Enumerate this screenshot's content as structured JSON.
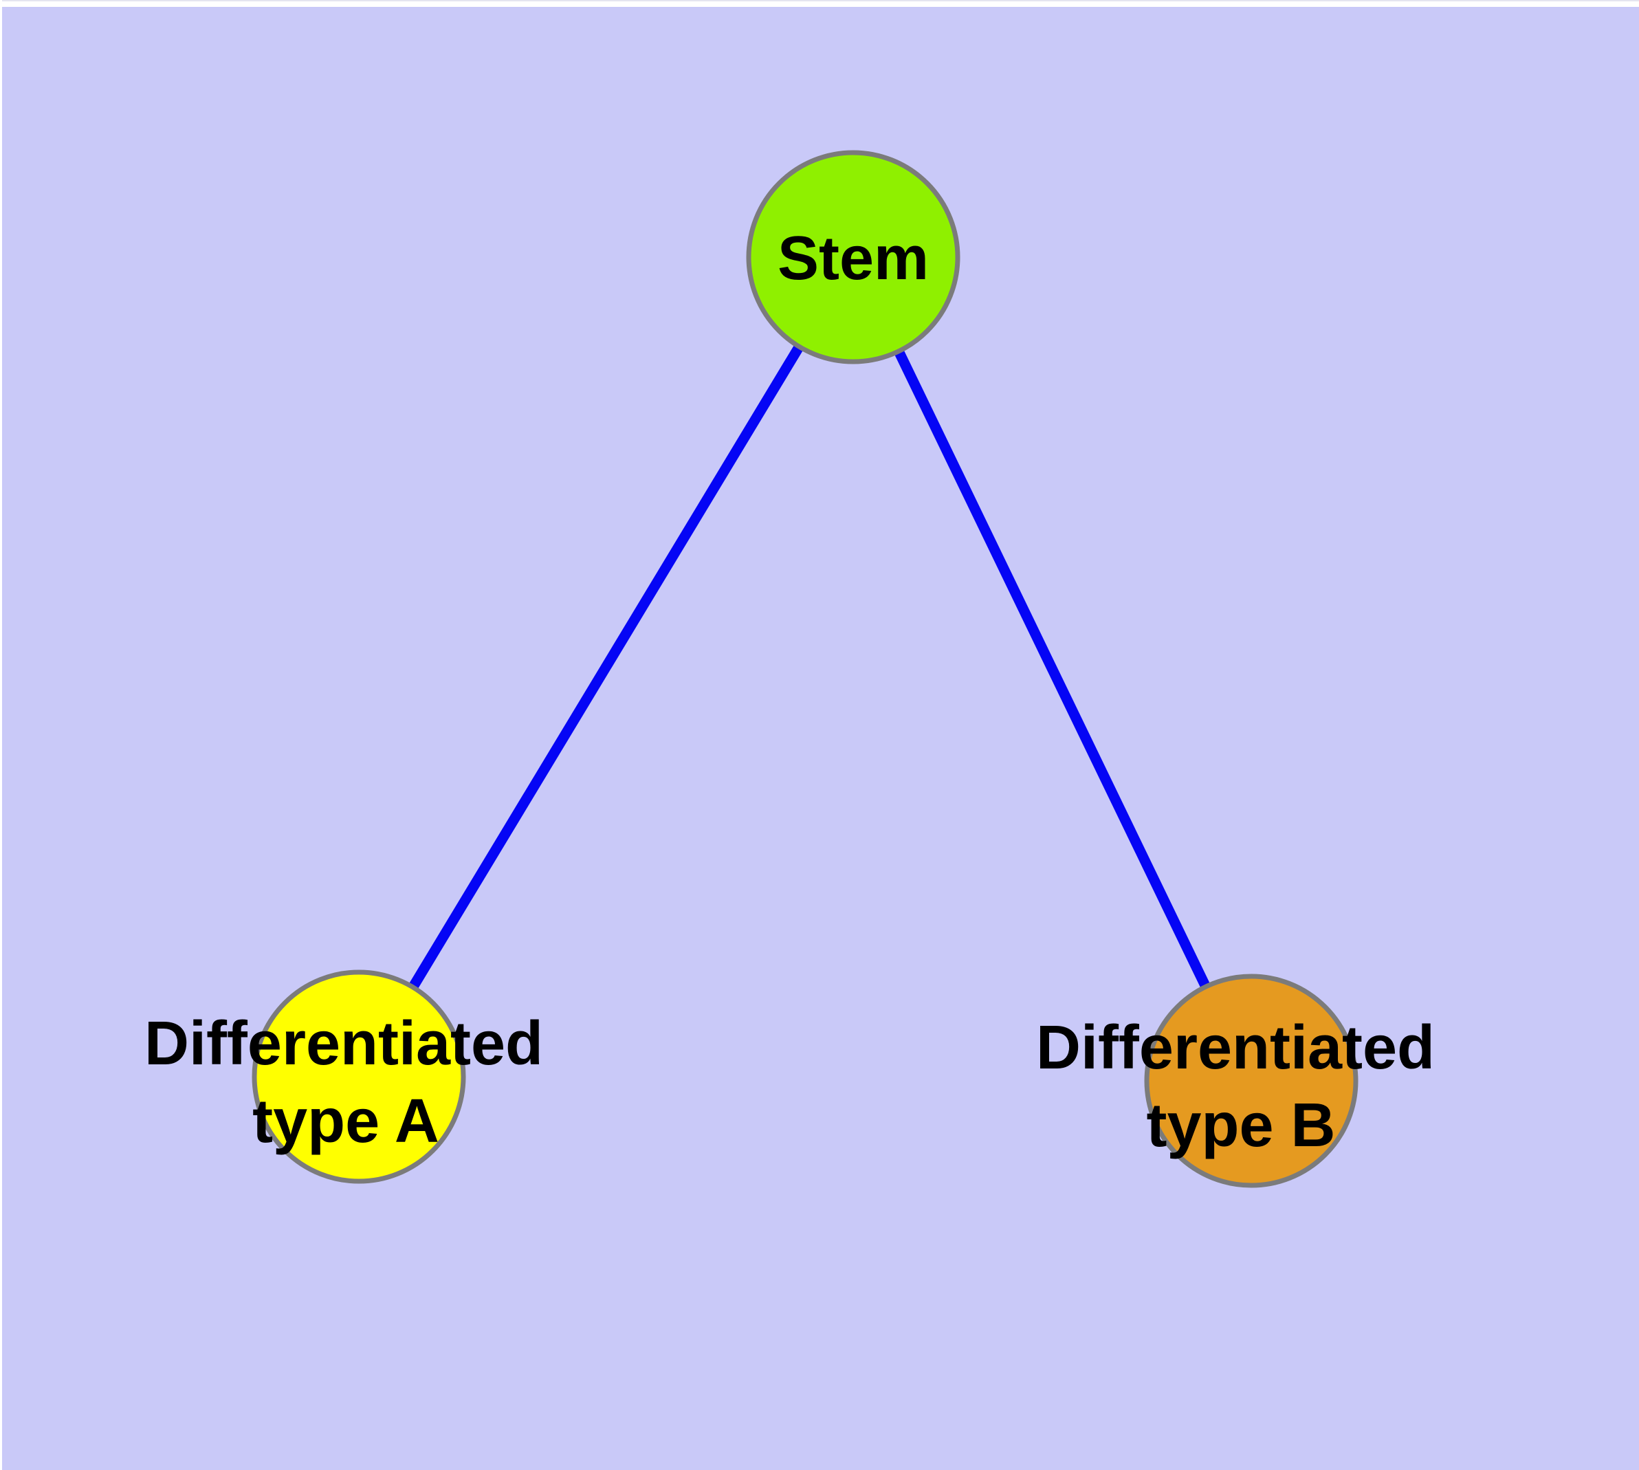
{
  "canvas": {
    "background_color": "#c9c9f8",
    "frame_color": "#ffffff",
    "frame_hairline_color": "#e4e4f0"
  },
  "style": {
    "text_color": "#000000",
    "node_border_color": "#7b7b7b",
    "edge_color": "#0505f5"
  },
  "nodes": {
    "stem": {
      "label": "Stem",
      "fill": "#8ff000"
    },
    "type_a": {
      "label_line1": "Differentiated",
      "label_line2": "type A",
      "fill": "#ffff00"
    },
    "type_b": {
      "label_line1": "Differentiated",
      "label_line2": "type B",
      "fill": "#e59a20"
    }
  },
  "edges": [
    {
      "from": "Stem",
      "to": "Differentiated type A"
    },
    {
      "from": "Stem",
      "to": "Differentiated type B"
    }
  ]
}
